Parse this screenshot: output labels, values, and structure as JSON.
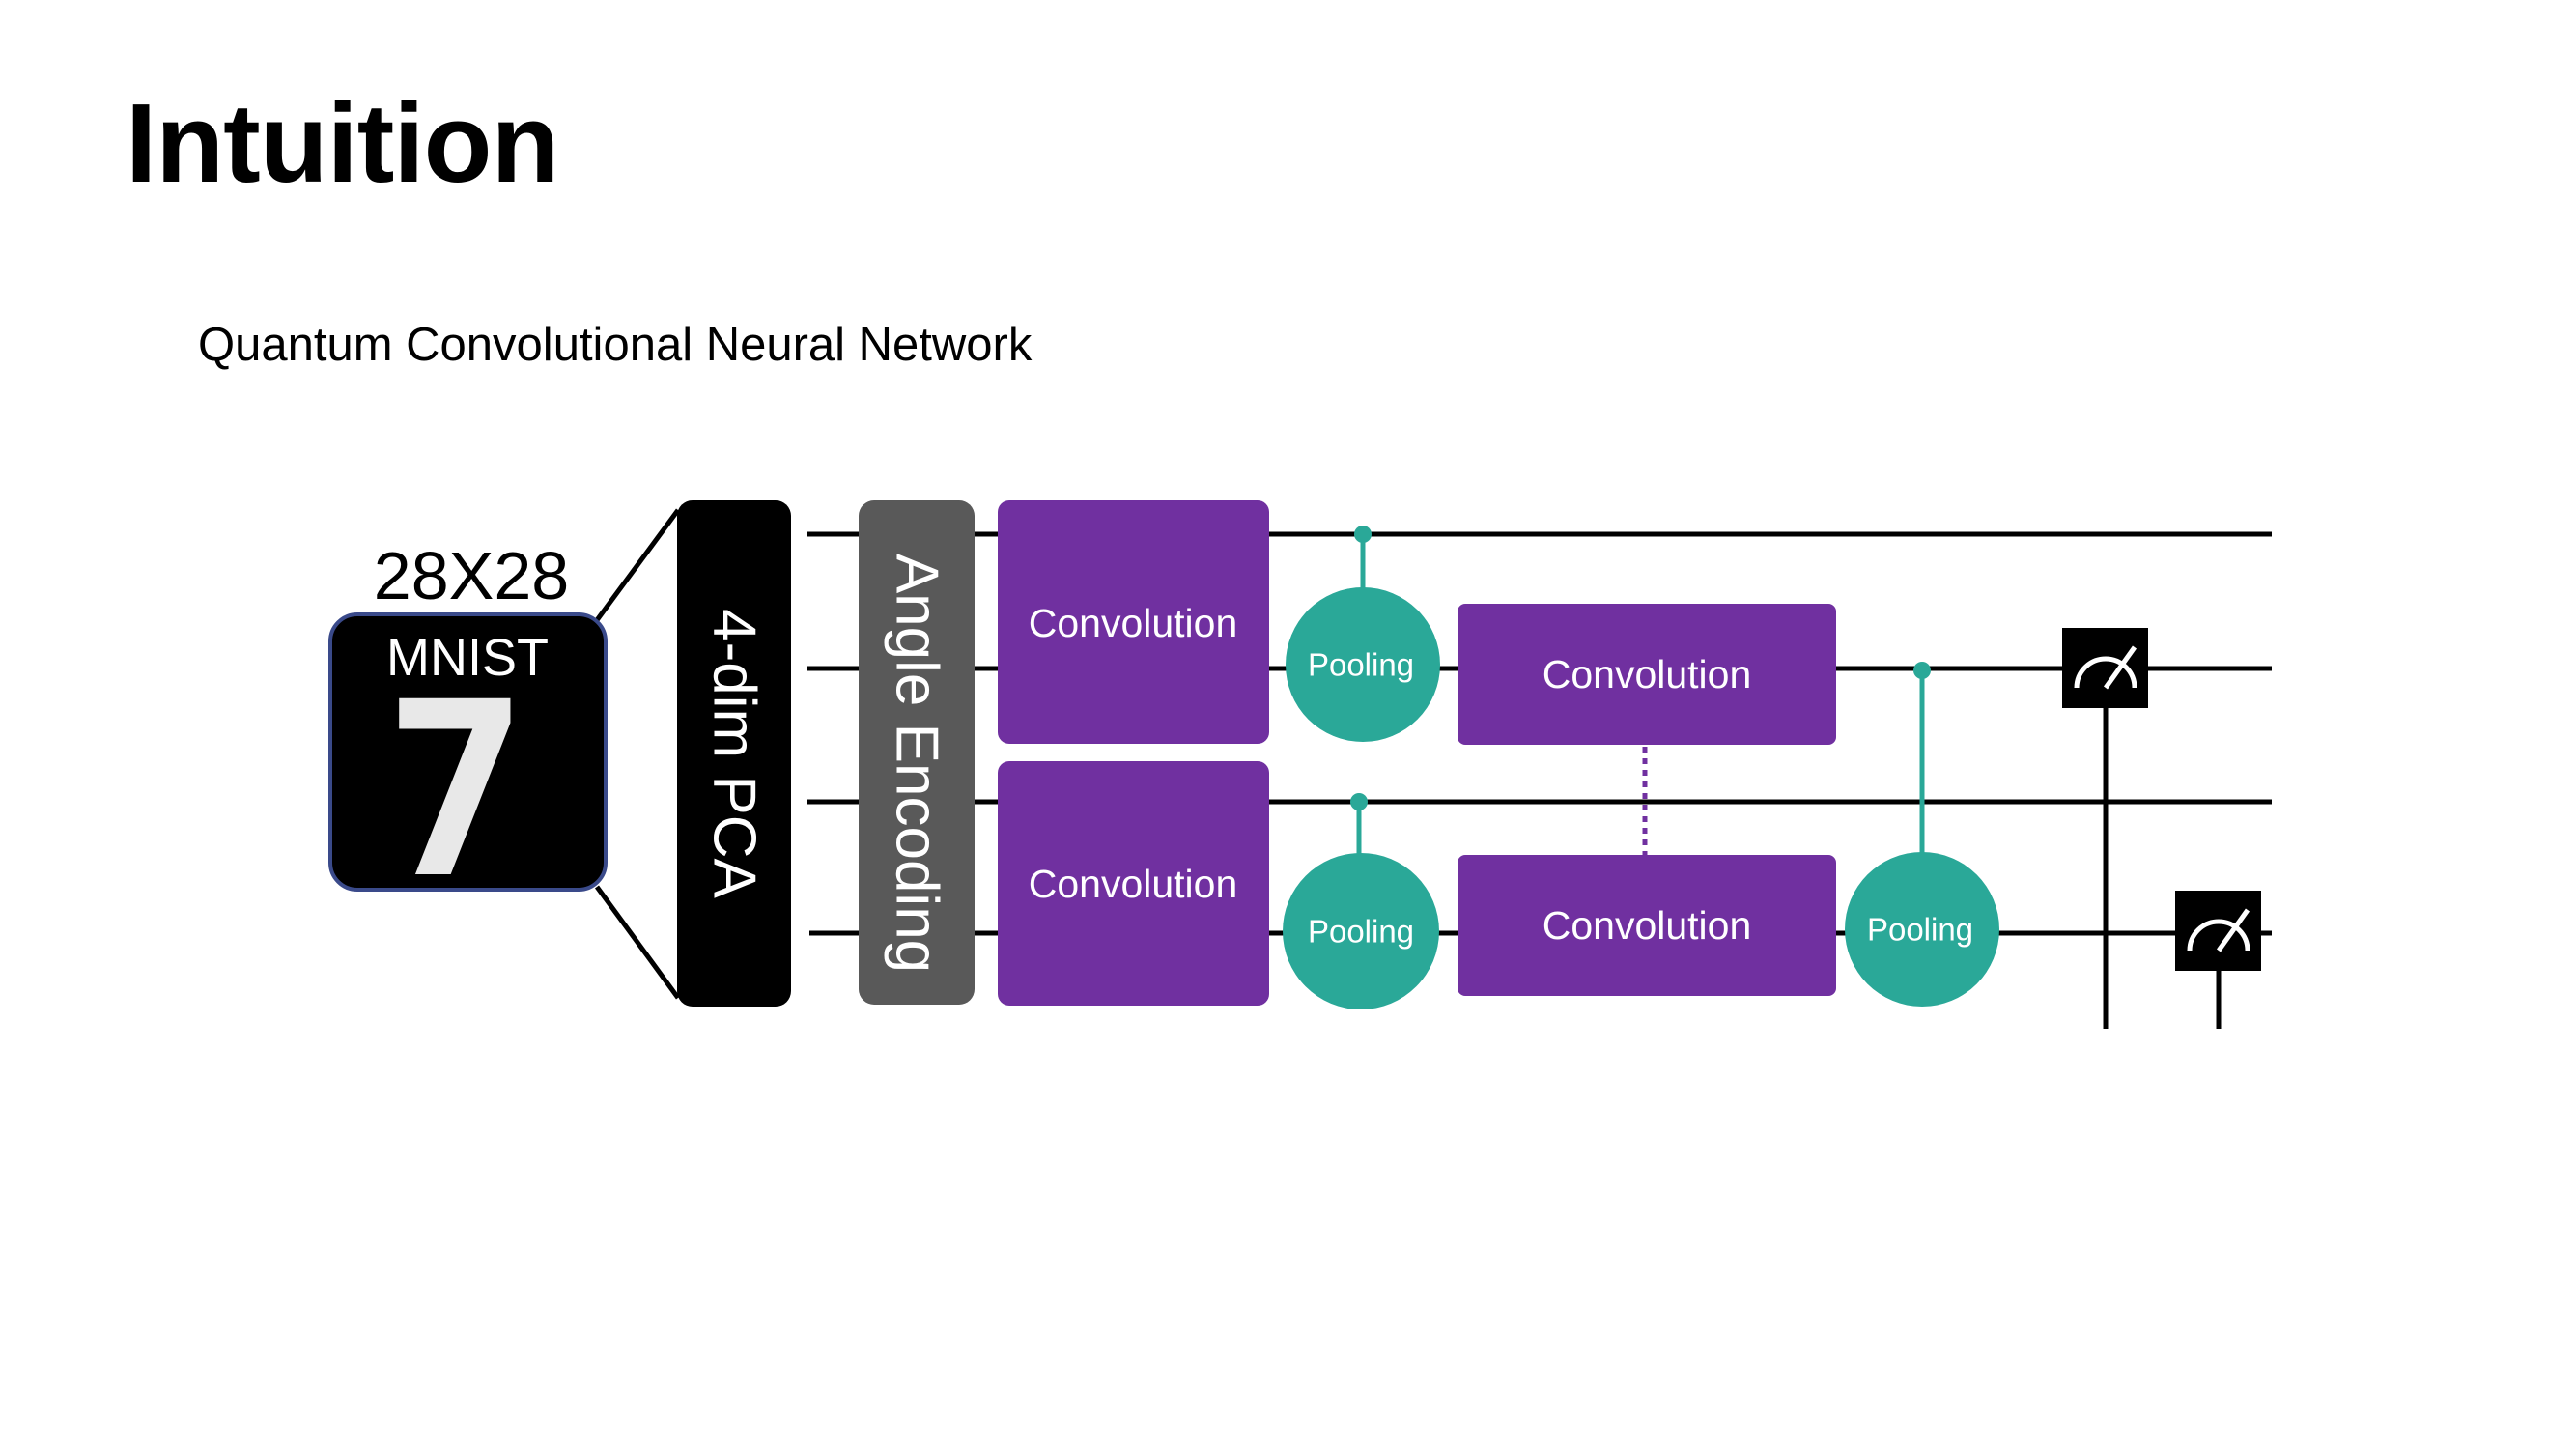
{
  "slide": {
    "title": "Intuition",
    "subtitle": "Quantum Convolutional Neural Network"
  },
  "input": {
    "size_label": "28X28",
    "dataset_label": "MNIST",
    "digit": "7"
  },
  "pca": {
    "label": "4-dim PCA"
  },
  "encoding": {
    "label": "Angle Encoding"
  },
  "convolutions": [
    {
      "label": "Convolution"
    },
    {
      "label": "Convolution"
    },
    {
      "label": "Convolution"
    },
    {
      "label": "Convolution"
    }
  ],
  "poolings": [
    {
      "label": "Pooling"
    },
    {
      "label": "Pooling"
    },
    {
      "label": "Pooling"
    }
  ],
  "measurements": [
    {
      "icon": "meter-icon"
    },
    {
      "icon": "meter-icon"
    }
  ],
  "colors": {
    "convolution": "#7030a0",
    "pooling": "#2aa898",
    "encoding": "#595959",
    "pca": "#000000",
    "input_border": "#3a4a8a"
  }
}
